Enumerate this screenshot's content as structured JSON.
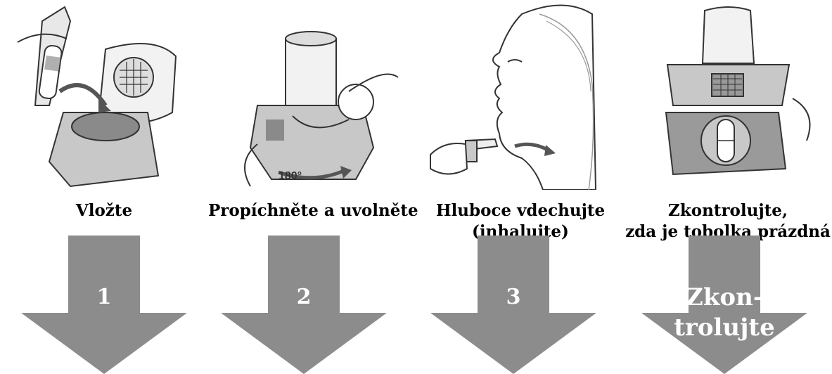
{
  "steps": [
    {
      "caption_lines": [
        "Vložte"
      ],
      "arrow_lines": [
        "1"
      ]
    },
    {
      "caption_lines": [
        "Propíchněte a uvolněte"
      ],
      "arrow_lines": [
        "2"
      ],
      "dial_label": "180°"
    },
    {
      "caption_lines": [
        "Hluboce vdechujte",
        "(inhalujte)"
      ],
      "arrow_lines": [
        "3"
      ]
    },
    {
      "caption_lines": [
        "Zkontrolujte,",
        "zda je tobolka prázdná"
      ],
      "arrow_lines": [
        "Zkon-",
        "trolujte"
      ]
    }
  ],
  "colors": {
    "arrow": "#8c8c8c",
    "illustration_stroke": "#333333",
    "illustration_fill": "#c8c8c8"
  }
}
